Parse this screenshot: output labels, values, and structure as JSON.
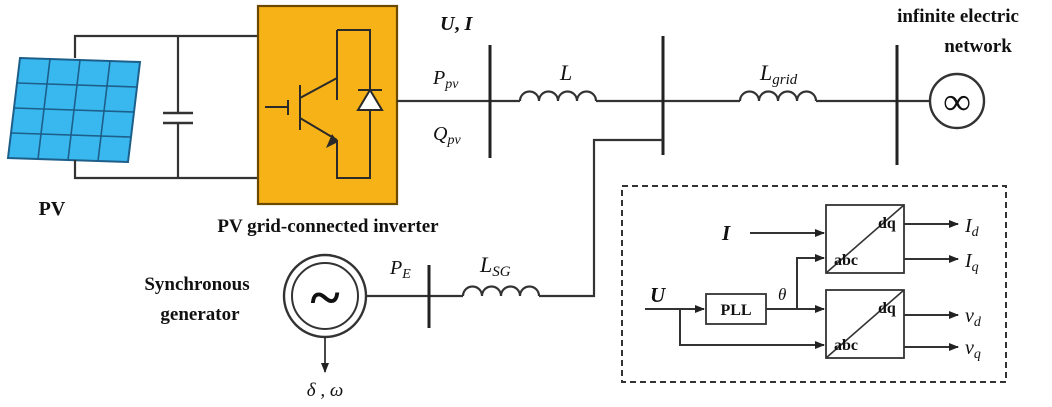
{
  "labels": {
    "pv": "PV",
    "inverter": "PV grid-connected inverter",
    "meas_u": "U",
    "meas_sep": ", ",
    "meas_i": "I",
    "p_pv": "P",
    "p_pv_sub": "pv",
    "q_pv": "Q",
    "q_pv_sub": "pv",
    "l": "L",
    "l_grid": "L",
    "l_grid_sub": "grid",
    "network_line1": "infinite electric",
    "network_line2": "network",
    "infinity": "∞",
    "sg_line1": "Synchronous",
    "sg_line2": "generator",
    "tilde": "~",
    "p_e": "P",
    "p_e_sub": "E",
    "l_sg": "L",
    "l_sg_sub": "SG",
    "delta_omega": "δ , ω"
  },
  "control": {
    "input_i": "I",
    "input_u": "U",
    "pll": "PLL",
    "theta": "θ",
    "dq": "dq",
    "abc": "abc",
    "out_id": "I",
    "out_id_sub": "d",
    "out_iq": "I",
    "out_iq_sub": "q",
    "out_vd": "v",
    "out_vd_sub": "d",
    "out_vq": "v",
    "out_vq_sub": "q"
  },
  "colors": {
    "panel_cell": "#39b8f0",
    "panel_grid": "#1d5f8a",
    "inverter_fill": "#f7b217",
    "inverter_border": "#6b4a00",
    "wire": "#333333"
  }
}
